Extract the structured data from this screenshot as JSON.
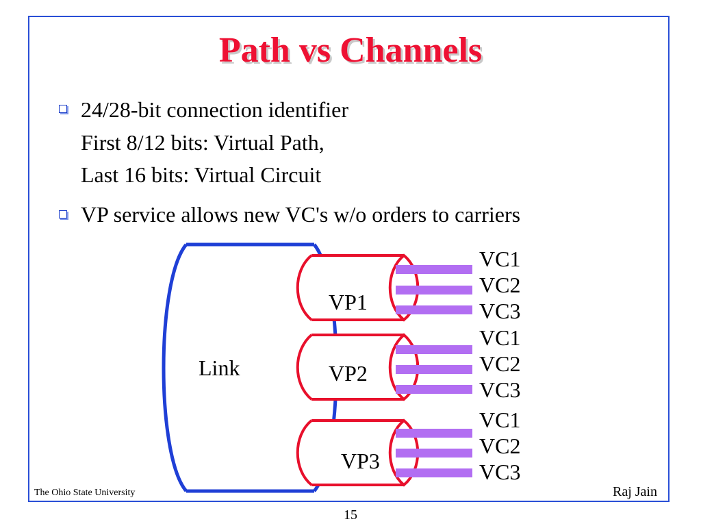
{
  "title": "Path vs Channels",
  "bullets": [
    {
      "lines": [
        "24/28-bit connection identifier",
        "First 8/12 bits: Virtual Path,",
        "Last 16 bits: Virtual Circuit"
      ]
    },
    {
      "lines": [
        "VP service allows new VC's w/o orders to carriers"
      ]
    }
  ],
  "diagram": {
    "link_label": "Link",
    "paths": [
      {
        "label": "VP1",
        "channels": [
          "VC1",
          "VC2",
          "VC3"
        ]
      },
      {
        "label": "VP2",
        "channels": [
          "VC1",
          "VC2",
          "VC3"
        ]
      },
      {
        "label": "VP3",
        "channels": [
          "VC1",
          "VC2",
          "VC3"
        ]
      }
    ],
    "colors": {
      "link": "#1f3fd6",
      "path": "#e8102c",
      "channel": "#b26ef2"
    }
  },
  "footer": {
    "institution": "The Ohio State University",
    "author": "Raj Jain",
    "page_number": "15"
  }
}
